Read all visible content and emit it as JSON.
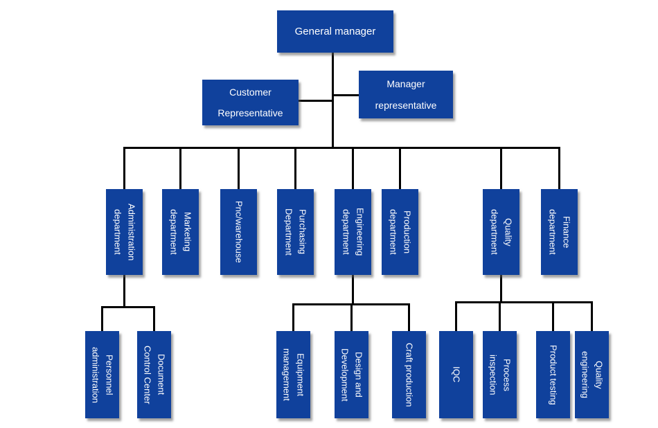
{
  "org": {
    "general_manager": "General manager",
    "customer_representative": "Customer\nRepresentative",
    "manager_representative": "Manager\nrepresentative",
    "departments": [
      "Administration\ndepartment",
      "Marketing\ndepartment",
      "Pnc/warehouse",
      "Purchasing\nDepartment",
      "Engineering\ndepartment",
      "Production\ndepartment",
      "Quality\ndepartment",
      "Finance\ndepartment"
    ],
    "administration_children": [
      "Personnel\nadministration",
      "Document\nControl Center"
    ],
    "engineering_children": [
      "Equipment\nmanagement",
      "Design and\nDevelopment",
      "Craft production"
    ],
    "quality_children": [
      "IQC",
      "Process\ninspection",
      "Product testing",
      "Quality\nengineering"
    ]
  },
  "colors": {
    "node_fill": "#10419c",
    "node_text": "#ffffff",
    "connector": "#000000",
    "background": "#ffffff"
  }
}
